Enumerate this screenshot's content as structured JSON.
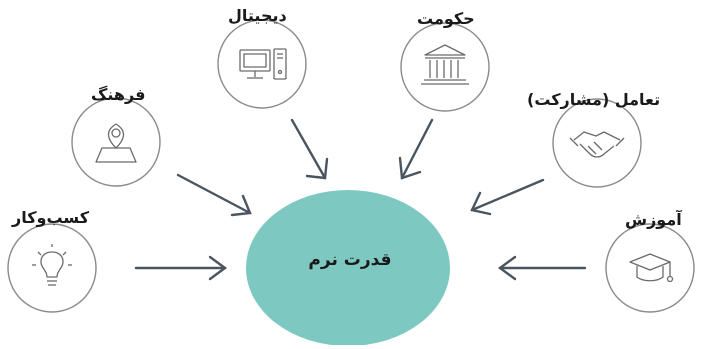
{
  "diagram": {
    "center": {
      "label": "قدرت نرم",
      "fill": "#7ec8c2"
    },
    "nodes": [
      {
        "id": "digital",
        "label": "دیجیتال",
        "icon": "computer-icon"
      },
      {
        "id": "government",
        "label": "حکومت",
        "icon": "government-building-icon"
      },
      {
        "id": "culture",
        "label": "فرهنگ",
        "icon": "map-pin-icon"
      },
      {
        "id": "interaction",
        "label": "تعامل (مشارکت)",
        "icon": "handshake-icon"
      },
      {
        "id": "business",
        "label": "کسب‌وکار",
        "icon": "lightbulb-icon"
      },
      {
        "id": "education",
        "label": "آموزش",
        "icon": "graduation-cap-icon"
      }
    ],
    "colors": {
      "arrow": "#4a5560",
      "circle_stroke": "#8a8a8a",
      "icon_stroke": "#6b6b6b"
    }
  }
}
